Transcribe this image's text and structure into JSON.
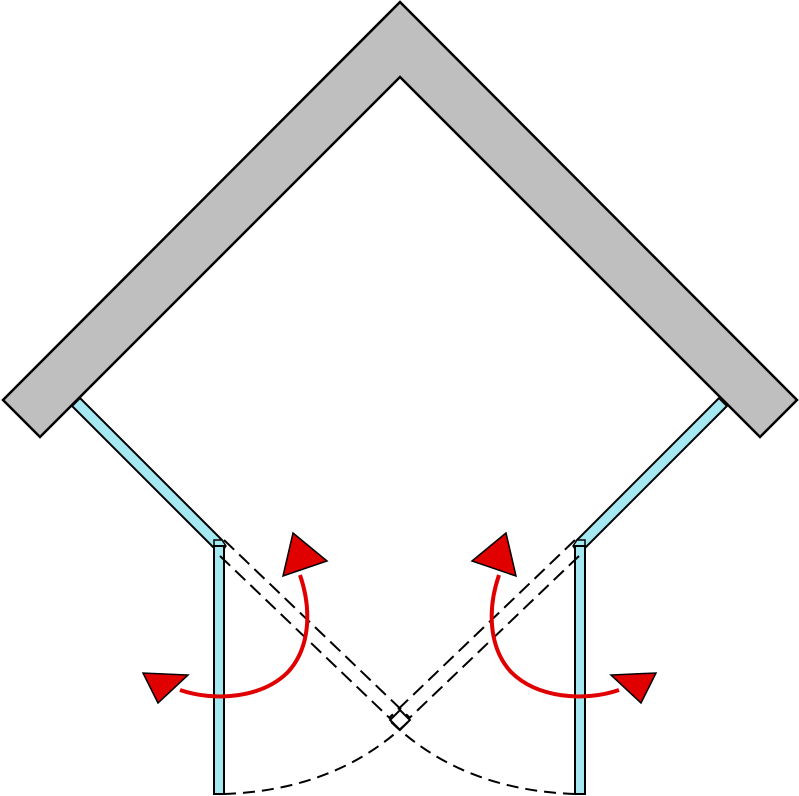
{
  "diagram": {
    "type": "corner shower enclosure plan",
    "door_count": 2,
    "swing_direction": "outward",
    "colors": {
      "wall_fill": "#bfbfbf",
      "glass_fill": "#a6e8f2",
      "outline": "#000000",
      "arrow": "#e00000",
      "background": "#ffffff"
    }
  }
}
